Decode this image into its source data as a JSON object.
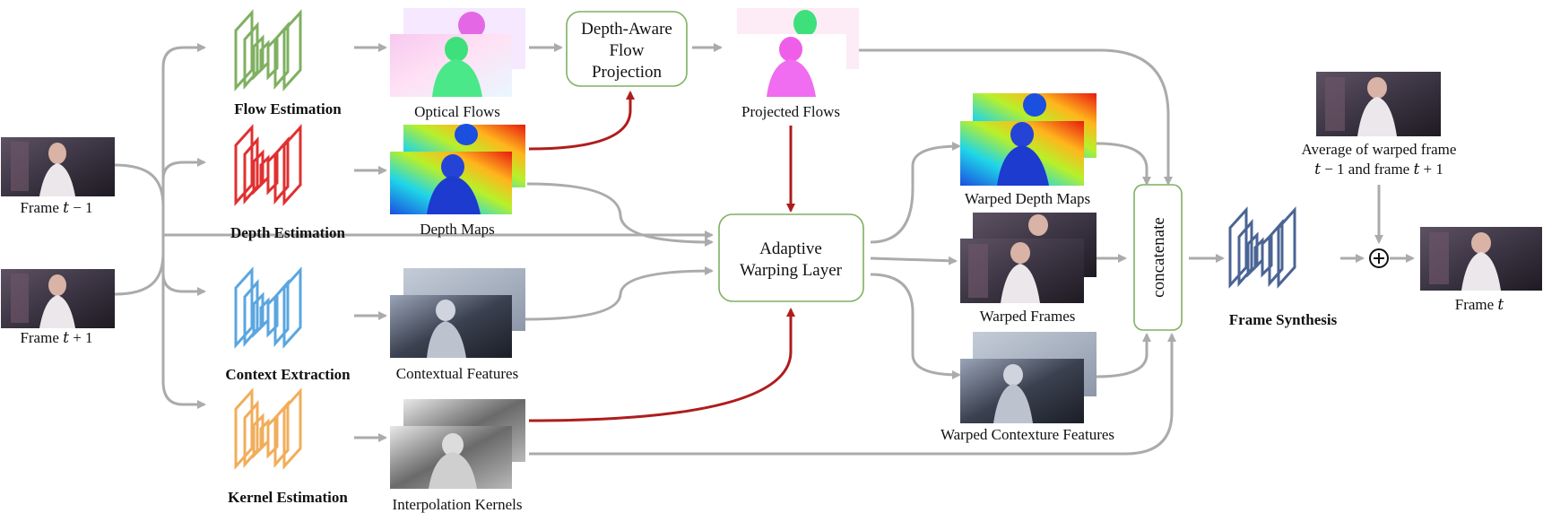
{
  "inputs": {
    "frame_prev": "Frame 𝑡 − 1",
    "frame_next": "Frame 𝑡 + 1"
  },
  "networks": {
    "flow": "Flow Estimation",
    "depth": "Depth Estimation",
    "context": "Context Extraction",
    "kernel": "Kernel Estimation",
    "synthesis": "Frame Synthesis"
  },
  "outputs": {
    "optical_flows": "Optical Flows",
    "depth_maps": "Depth Maps",
    "contextual_features": "Contextual Features",
    "interpolation_kernels": "Interpolation Kernels",
    "projected_flows": "Projected Flows",
    "warped_depth_maps": "Warped Depth Maps",
    "warped_frames": "Warped Frames",
    "warped_context": "Warped Contexture Features"
  },
  "modules": {
    "projection": [
      "Depth-Aware",
      "Flow",
      "Projection"
    ],
    "warping": [
      "Adaptive",
      "Warping Layer"
    ],
    "concatenate": "concatenate"
  },
  "average": {
    "line1": "Average of warped frame",
    "line2": "𝑡 − 1 and frame 𝑡 + 1"
  },
  "result": "Frame 𝑡",
  "colors": {
    "flow": "#7fb061",
    "depth": "#e03030",
    "context": "#5aa6e0",
    "kernel": "#f1ad5a",
    "synthesis": "#4a6494",
    "module_border": "#7fb061",
    "arrow_gray": "#ababab",
    "arrow_red": "#b01c1c"
  },
  "icons": [
    "encoder-decoder-icon",
    "plus-circle-icon"
  ]
}
